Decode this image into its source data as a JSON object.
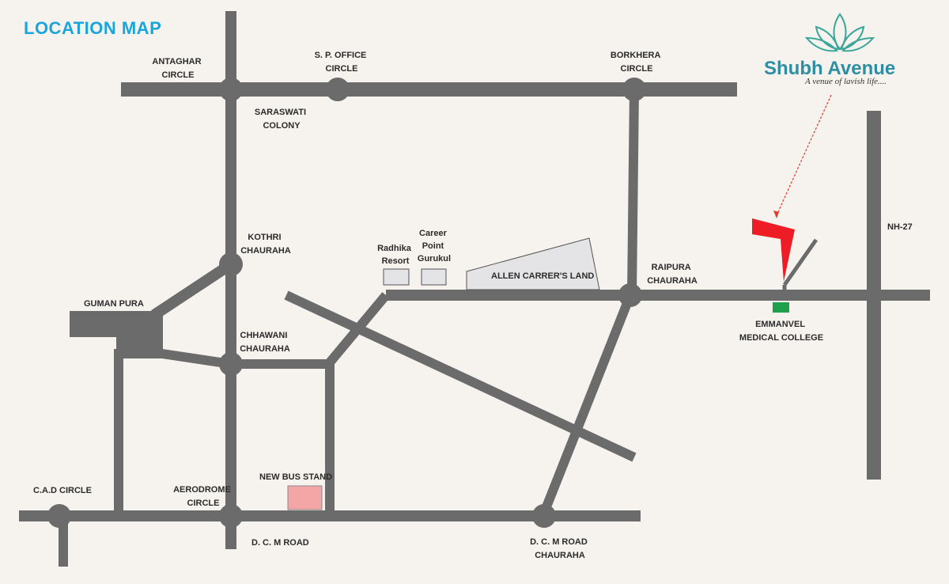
{
  "title": "LOCATION MAP",
  "brand": {
    "name": "Shubh Avenue",
    "tagline": "A venue of lavish life....",
    "color": "#2e8ea3"
  },
  "colors": {
    "road": "#6b6b6c",
    "site": "#ee1c25",
    "college": "#1fa04a",
    "bus_stand": "#f4a6a6",
    "title": "#1aa6dc",
    "background": "#f6f3ee"
  },
  "labels": {
    "antaghar": [
      "ANTAGHAR",
      "CIRCLE"
    ],
    "sp_office": [
      "S. P. OFFICE",
      "CIRCLE"
    ],
    "borkhera": [
      "BORKHERA",
      "CIRCLE"
    ],
    "saraswati": [
      "SARASWATI",
      "COLONY"
    ],
    "kothri": [
      "KOTHRI",
      "CHAURAHA"
    ],
    "radhika": [
      "Radhika",
      "Resort"
    ],
    "career": [
      "Career",
      "Point",
      "Gurukul"
    ],
    "allen": "ALLEN CARRER'S LAND",
    "raipura": [
      "RAIPURA",
      "CHAURAHA"
    ],
    "guman": "GUMAN PURA",
    "chhawani": [
      "CHHAWANI",
      "CHAURAHA"
    ],
    "nh": "NH-27",
    "emmanvel": [
      "EMMANVEL",
      "MEDICAL COLLEGE"
    ],
    "cad": "C.A.D CIRCLE",
    "aerodrome": [
      "AERODROME",
      "CIRCLE"
    ],
    "bus": "NEW BUS STAND",
    "dcm_road": "D. C. M ROAD",
    "dcm_chauraha": [
      "D. C. M ROAD",
      "CHAURAHA"
    ]
  }
}
